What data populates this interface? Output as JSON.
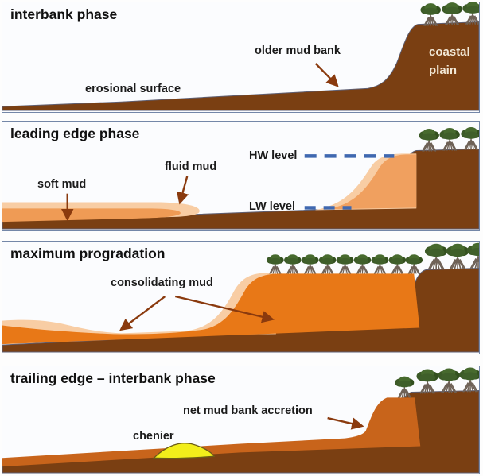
{
  "figure": {
    "description": "Four-phase mud bank coastal evolution diagram",
    "panels": [
      {
        "title": "interbank phase",
        "labels": {
          "erosional_surface": "erosional surface",
          "older_mud_bank": "older mud bank",
          "coastal_plain_line1": "coastal",
          "coastal_plain_line2": "plain"
        }
      },
      {
        "title": "leading edge phase",
        "labels": {
          "soft_mud": "soft mud",
          "fluid_mud": "fluid mud",
          "hw_level": "HW level",
          "lw_level": "LW level"
        }
      },
      {
        "title": "maximum progradation",
        "labels": {
          "consolidating_mud": "consolidating mud"
        }
      },
      {
        "title": "trailing edge – interbank phase",
        "labels": {
          "net_mud_bank_accretion": "net mud bank accretion",
          "chenier": "chenier"
        }
      }
    ],
    "colors": {
      "substrate_brown": "#7a3f12",
      "soft_mud_orange": "#ef9b55",
      "fluid_mud_peach": "#f8cda4",
      "consolidating_mud_orange": "#e87817",
      "accreted_mud_rust": "#c8641b",
      "chenier_yellow": "#f2ee1b",
      "tide_line_blue": "#3f68b0",
      "arrow_brown": "#8a3a0e",
      "tree_canopy_green": "#3f5f2a",
      "panel_border": "#7487a8"
    }
  }
}
